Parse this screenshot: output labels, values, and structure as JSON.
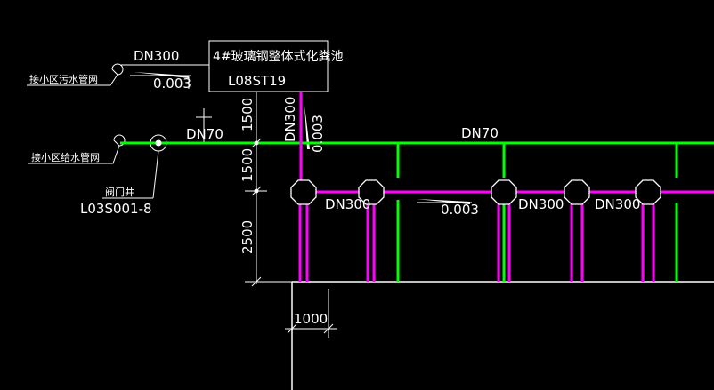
{
  "labels": {
    "sewer_dn": "DN300",
    "sewer_slope": "0.003",
    "sewer_connect": "接小区污水管网",
    "water_connect": "接小区给水管网",
    "water_dn_left": "DN70",
    "water_dn_main": "DN70",
    "valve_well": "阀门井",
    "valve_code": "L03S001-8",
    "tank_title": "4#玻璃钢整体式化粪池",
    "tank_code": "L08ST19",
    "vertical_dn": "DN300",
    "vertical_slope": "0.003",
    "dim_1500_a": "1500",
    "dim_1500_b": "1500",
    "dim_2500": "2500",
    "dim_1000": "1000",
    "branch_dn_1": "DN300",
    "branch_slope": "0.003",
    "branch_dn_2": "DN300",
    "branch_dn_3": "DN300"
  },
  "colors": {
    "background": "#000000",
    "sewer_pipe": "#ff00ff",
    "water_pipe": "#00ff00",
    "lines": "#ffffff"
  }
}
